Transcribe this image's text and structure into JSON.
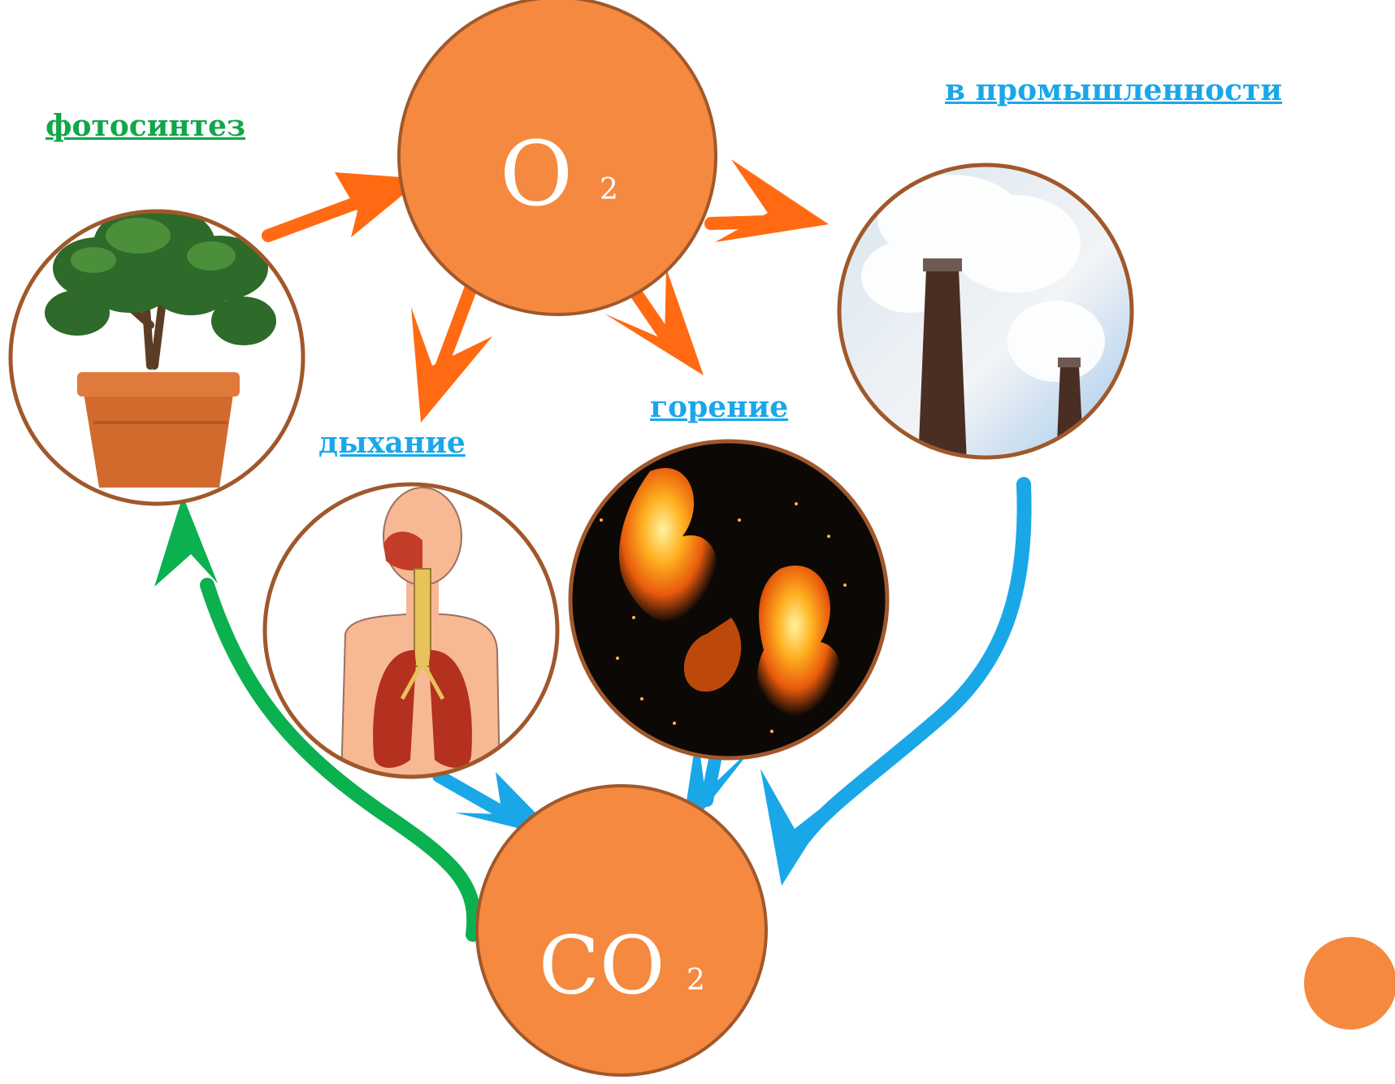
{
  "molecules": {
    "oxygen": {
      "symbol": "O",
      "subscript": "2"
    },
    "carbon_dioxide": {
      "symbol": "CO",
      "subscript": "2"
    }
  },
  "labels": {
    "photosynthesis": "фотосинтез",
    "respiration": "дыхание",
    "combustion": "горение",
    "industry": "в промышленности"
  },
  "colors": {
    "molecule_fill": "#f5893f",
    "molecule_stroke": "#a0582b",
    "o2_arrows": "#ff6a13",
    "co2_arrows": "#1aa7e8",
    "photosynthesis_arrow": "#0ab14e",
    "photosynthesis_label": "#10a64a",
    "process_label": "#1aa7e8"
  },
  "icons": {
    "plant": "potted-plant-icon",
    "lungs": "respiratory-system-icon",
    "fire": "fire-icon",
    "factory": "factory-chimney-icon"
  }
}
